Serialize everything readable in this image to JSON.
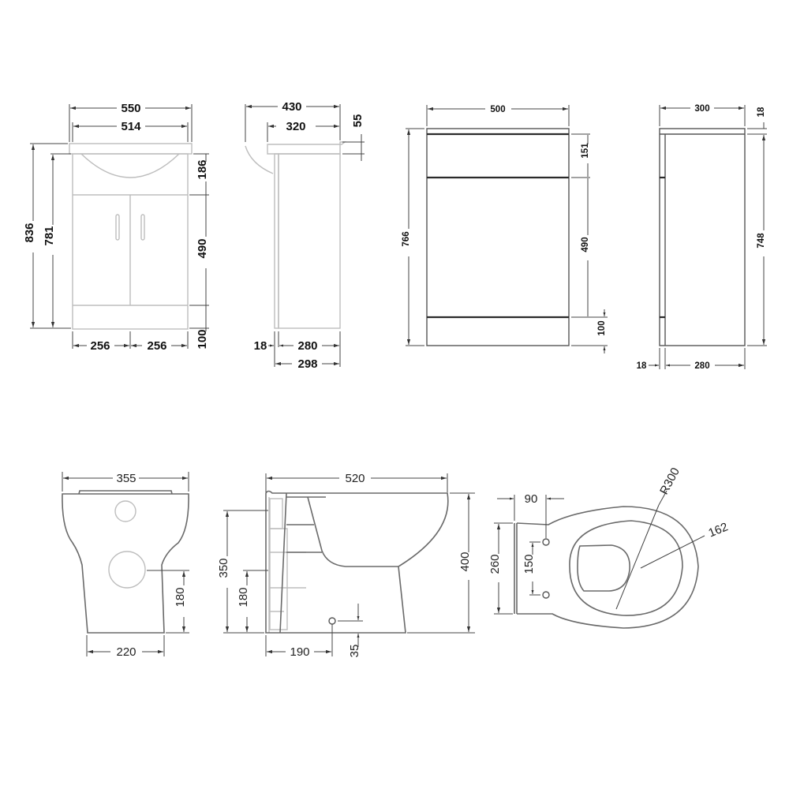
{
  "vanity_front": {
    "overall_width": "550",
    "basin_width": "514",
    "overall_height": "836",
    "cabinet_height": "781",
    "top_section": "186",
    "door_height": "490",
    "plinth_height": "100",
    "left_door_width": "256",
    "right_door_width": "256"
  },
  "vanity_side": {
    "overall_depth": "430",
    "top_depth": "320",
    "top_thickness": "55",
    "door_thickness": "18",
    "carcass_depth": "280",
    "total_depth": "298"
  },
  "wc_unit_front": {
    "width": "500",
    "height": "766",
    "top_panel": "151",
    "door_height": "490",
    "plinth_height": "100"
  },
  "wc_unit_side": {
    "depth": "300",
    "top_thickness": "18",
    "carcass_height": "748",
    "door_thickness": "18",
    "carcass_depth": "280"
  },
  "toilet_front": {
    "top_width": "355",
    "outlet_height": "180",
    "base_width": "220"
  },
  "toilet_side": {
    "length": "520",
    "height": "400",
    "inlet_height": "350",
    "outlet_height": "180",
    "fixing_distance": "190",
    "fixing_height": "35"
  },
  "toilet_plan": {
    "hinge_offset": "90",
    "back_width": "260",
    "hinge_spacing": "150",
    "radius": "R300",
    "bowl_dimension": "162"
  }
}
